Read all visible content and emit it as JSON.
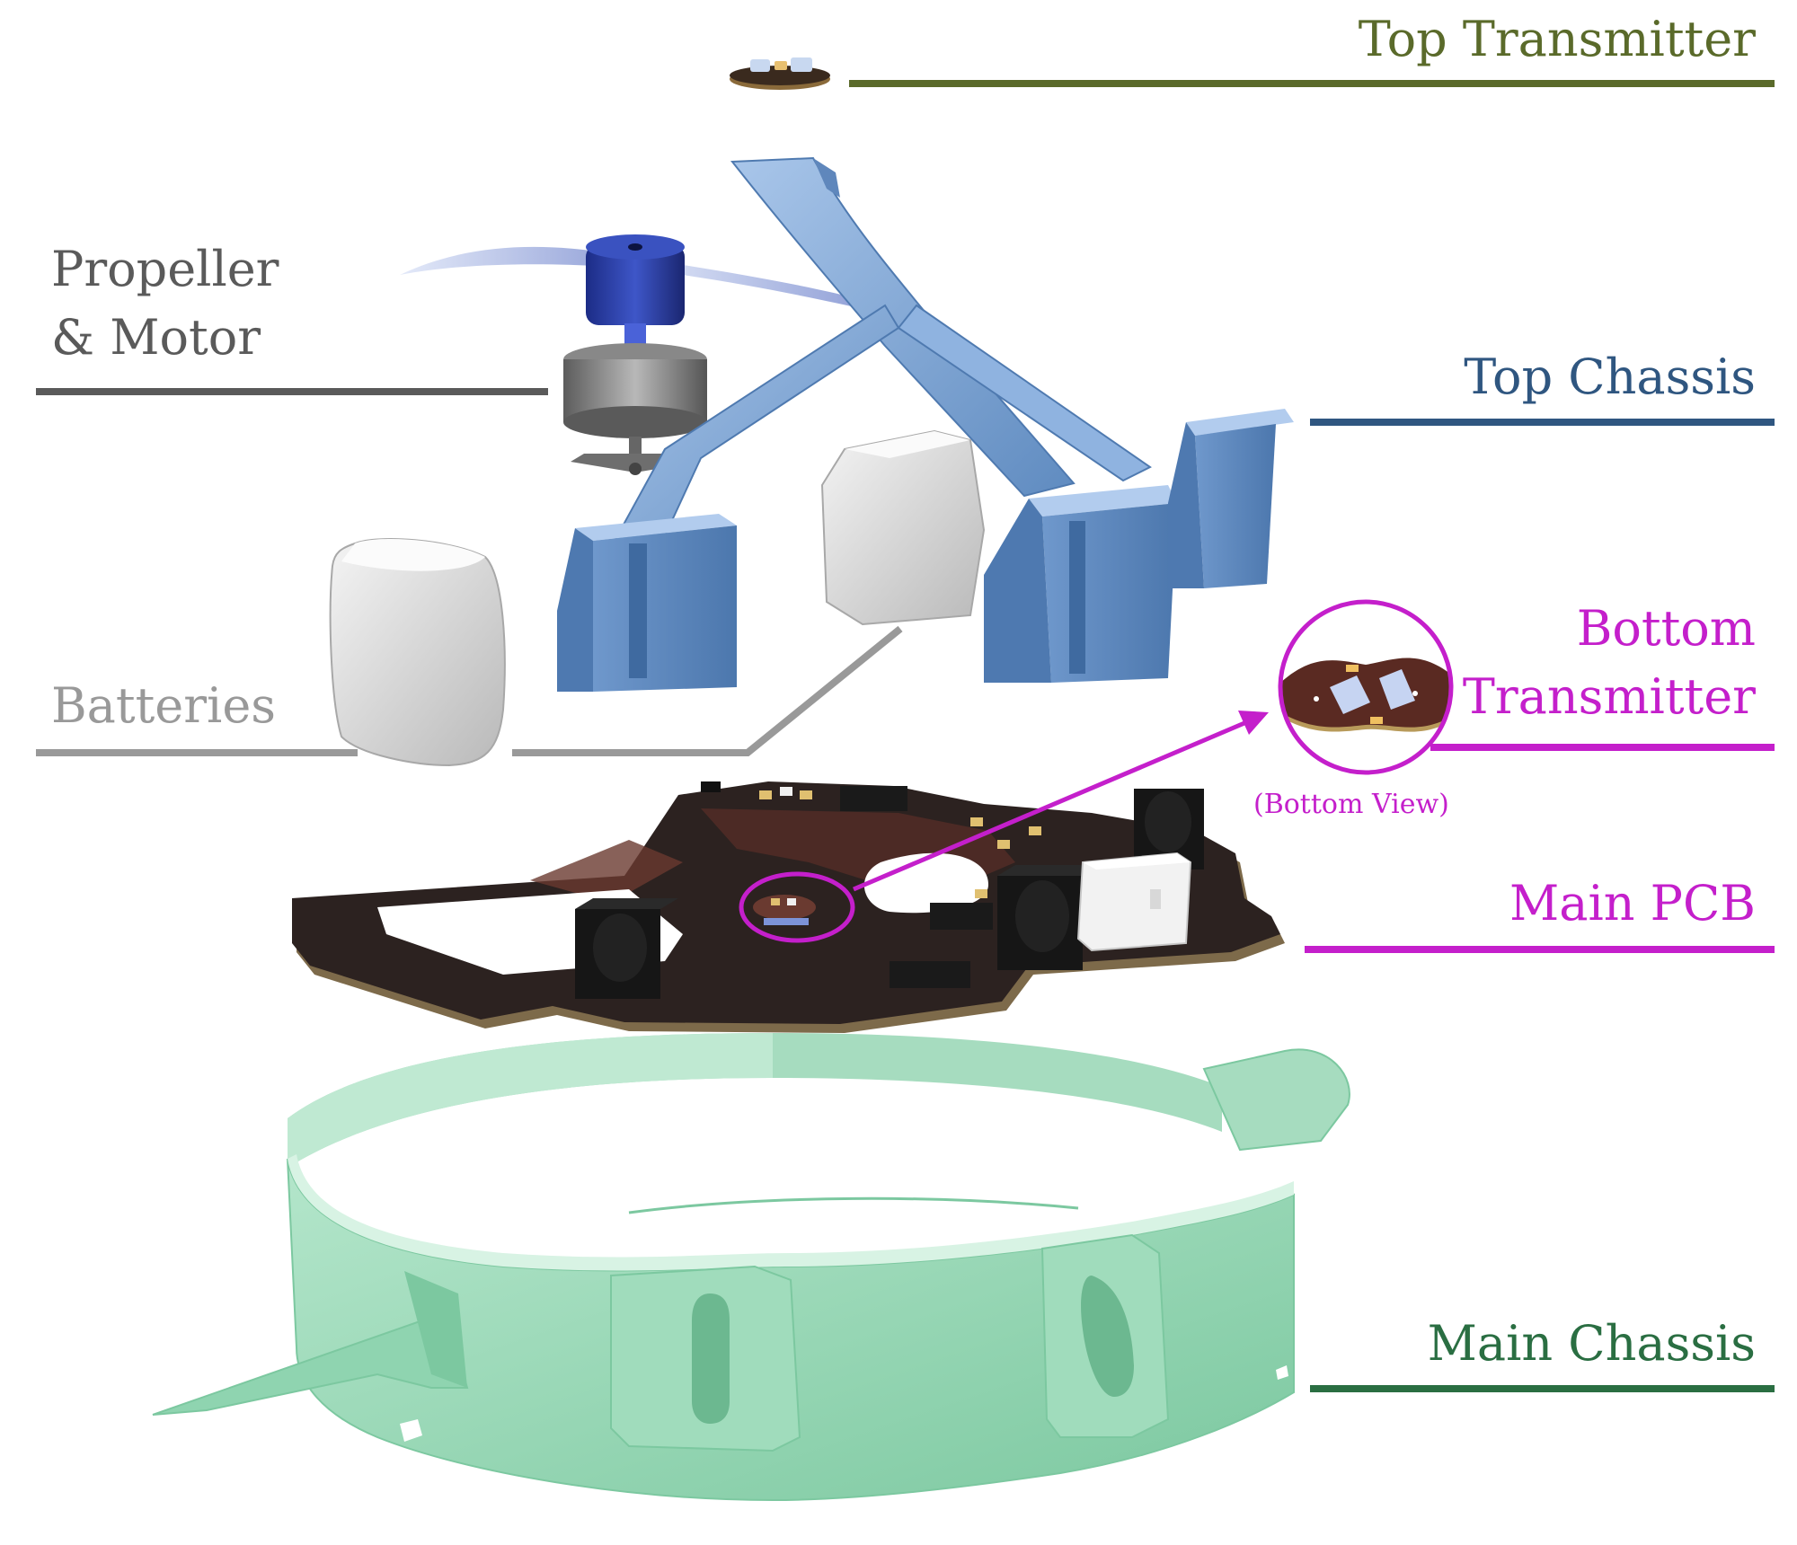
{
  "labels": {
    "top_transmitter": "Top Transmitter",
    "propeller_line1": "Propeller",
    "propeller_line2": "& Motor",
    "top_chassis": "Top Chassis",
    "bottom_tx_line1": "Bottom",
    "bottom_tx_line2": "Transmitter",
    "bottom_view": "(Bottom View)",
    "batteries": "Batteries",
    "main_pcb": "Main PCB",
    "main_chassis": "Main Chassis"
  },
  "colors": {
    "top_transmitter": "#5a6a2a",
    "propeller": "#5a5a5a",
    "top_chassis": "#2f5680",
    "bottom_transmitter": "#c41fcb",
    "batteries": "#999999",
    "main_pcb": "#c41fcb",
    "main_chassis": "#2a6e42",
    "chassis_blue": "#7ea6d6",
    "chassis_green": "#8fd4b0",
    "pcb": "#3a2a26",
    "motor_blue": "#2a40a0"
  }
}
